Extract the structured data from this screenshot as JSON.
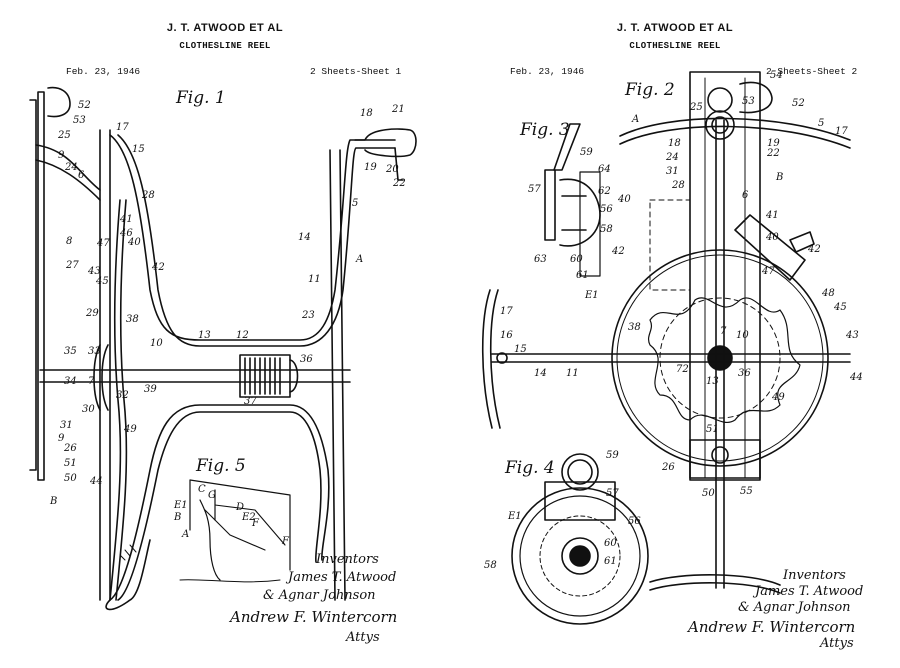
{
  "sheet1": {
    "inventors": "J. T. ATWOOD ET AL",
    "title": "CLOTHESLINE REEL",
    "date": "Feb. 23, 1946",
    "sheets": "2 Sheets-Sheet 1",
    "fig1": "Fig. 1",
    "fig5": "Fig. 5",
    "inventors_label": "Inventors",
    "inventor_1": "James T. Atwood",
    "inventor_2": "& Agnar Johnson",
    "attorney": "Andrew F. Wintercorn",
    "attys": "Attys",
    "refs": [
      "52",
      "53",
      "25",
      "9",
      "24",
      "6",
      "8",
      "27",
      "43",
      "45",
      "17",
      "15",
      "28",
      "41",
      "46",
      "47",
      "40",
      "42",
      "29",
      "38",
      "13",
      "12",
      "23",
      "14",
      "11",
      "5",
      "A",
      "18",
      "21",
      "19",
      "20",
      "22",
      "35",
      "33",
      "34",
      "7",
      "10",
      "36",
      "32",
      "39",
      "37",
      "30",
      "31",
      "9",
      "26",
      "51",
      "50",
      "B",
      "49",
      "44",
      "C",
      "G",
      "E1",
      "B",
      "D",
      "E2",
      "F",
      "A",
      "F"
    ]
  },
  "sheet2": {
    "inventors": "J. T. ATWOOD ET AL",
    "title": "CLOTHESLINE REEL",
    "date": "Feb. 23, 1946",
    "sheets": "2 Sheets-Sheet 2",
    "fig2": "Fig. 2",
    "fig3": "Fig. 3",
    "fig4": "Fig. 4",
    "inventors_label": "Inventors",
    "inventor_1": "James T. Atwood",
    "inventor_2": "& Agnar Johnson",
    "attorney": "Andrew F. Wintercorn",
    "attys": "Attys",
    "refs": [
      "54",
      "52",
      "53",
      "25",
      "A",
      "5",
      "17",
      "19",
      "22",
      "18",
      "24",
      "31",
      "B",
      "28",
      "6",
      "41",
      "40",
      "42",
      "47",
      "48",
      "45",
      "43",
      "44",
      "38",
      "7",
      "10",
      "72",
      "13",
      "36",
      "49",
      "51",
      "26",
      "50",
      "55",
      "16",
      "15",
      "14",
      "11",
      "17",
      "59",
      "57",
      "64",
      "62",
      "56",
      "58",
      "63",
      "60",
      "61",
      "E1",
      "42",
      "40",
      "59",
      "57",
      "56",
      "E1",
      "58",
      "60",
      "61"
    ]
  }
}
